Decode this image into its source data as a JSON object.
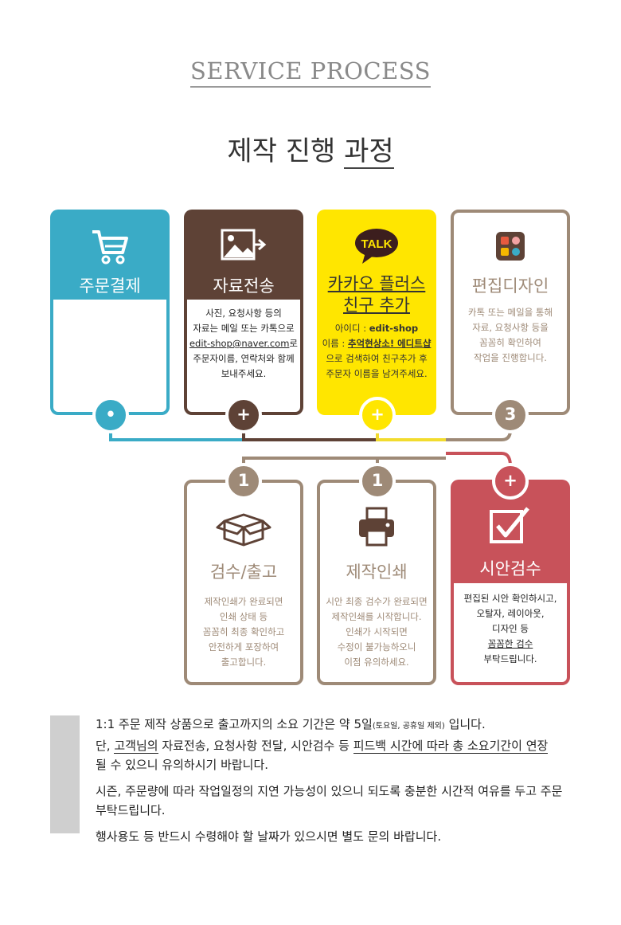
{
  "header": {
    "eyebrow": "SERVICE PROCESS",
    "title_a": "제작 진행 ",
    "title_b": "과정"
  },
  "cards": {
    "order": {
      "name": "주문결제",
      "badge": "•",
      "icon": "cart-icon",
      "color": "#3aabc6"
    },
    "upload": {
      "name": "자료전송",
      "badge": "+",
      "icon": "image-send-icon",
      "color": "#5e4236",
      "lines": [
        "사진, 요청사항 등의",
        "자료는 메일 또는 카톡으로",
        "edit-shop@naver.com",
        "로",
        "주문자이름, 연락처와 함께",
        "보내주세요."
      ]
    },
    "kakao": {
      "name_1": "카카오 플러스",
      "name_2": "친구 추가",
      "badge": "+",
      "icon": "kakao-talk-icon",
      "icon_text": "TALK",
      "color": "#ffe600",
      "lines": [
        "아이디 : ",
        "edit-shop",
        "이름 : ",
        "추억현상소! 에디트샵",
        "으로 검색하여 친구추가 후",
        "주문자 이름을 남겨주세요."
      ]
    },
    "design": {
      "name": "편집디자인",
      "badge": "3",
      "icon": "design-app-icon",
      "color": "#9e8a77",
      "lines": [
        "카톡 또는 메일을 통해",
        "자료, 요청사항 등을",
        "꼼꼼히 확인하여",
        "작업을 진행합니다."
      ]
    },
    "ship": {
      "name": "검수/출고",
      "badge": "1",
      "icon": "box-icon",
      "color": "#9e8a77",
      "lines": [
        "제작인쇄가 완료되면",
        "인쇄 상태 등",
        "꼼꼼히 최종 확인하고",
        "안전하게 포장하여",
        "출고합니다."
      ]
    },
    "print": {
      "name": "제작인쇄",
      "badge": "1",
      "icon": "printer-icon",
      "color": "#9e8a77",
      "lines": [
        "시안 최종 검수가 완료되면",
        "제작인쇄를 시작합니다.",
        "인쇄가 시작되면",
        "수정이 불가능하오니",
        "이점 유의하세요."
      ]
    },
    "review": {
      "name": "시안검수",
      "badge": "+",
      "icon": "checkbox-icon",
      "color": "#c8525a",
      "lines": [
        "편집된 시안 확인하시고,",
        "오탈자, 레이아웃,",
        "디자인 등",
        "꼼꼼한 검수",
        "부탁드립니다."
      ]
    }
  },
  "notes": {
    "n1_a": "1:1 주문 제작 상품으로 출고까지의 소요 기간은 약 5일",
    "n1_small": "(토요일, 공휴일 제외)",
    "n1_b": " 입니다.",
    "n2_a": "단, ",
    "n2_u1": "고객님의",
    "n2_b": " 자료전송, 요청사항 전달, 시안검수 등 ",
    "n2_u2": "피드백 시간에 따라 총 소요기간이 연장",
    "n2_c": "될 수 있으니 유의하시기 바랍니다.",
    "n3": "시즌, 주문량에 따라 작업일정의 지연 가능성이 있으니 되도록 충분한 시간적 여유를 두고 주문 부탁드립니다.",
    "n4": "행사용도 등 반드시 수령해야 할 날짜가 있으시면 별도 문의 바랍니다."
  }
}
